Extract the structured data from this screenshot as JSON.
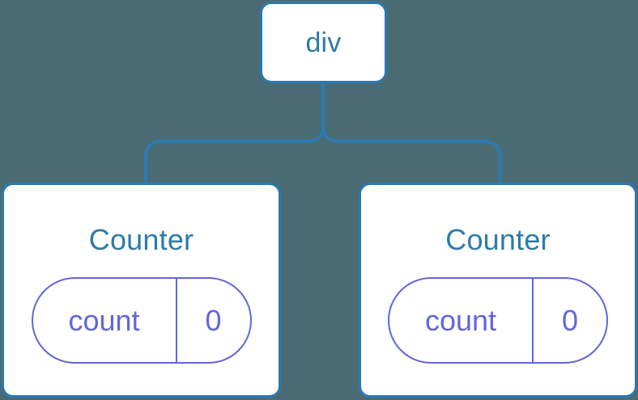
{
  "diagram": {
    "type": "component-tree",
    "background_color": "#4a6b74",
    "node_border_color": "#2b7ab0",
    "node_fill_color": "#ffffff",
    "node_label_color": "#2e7ba6",
    "state_pill_color": "#6366d8",
    "connector_color": "#2b7ab0"
  },
  "root": {
    "label": "div"
  },
  "children": [
    {
      "label": "Counter",
      "state": {
        "key": "count",
        "value": "0"
      }
    },
    {
      "label": "Counter",
      "state": {
        "key": "count",
        "value": "0"
      }
    }
  ]
}
